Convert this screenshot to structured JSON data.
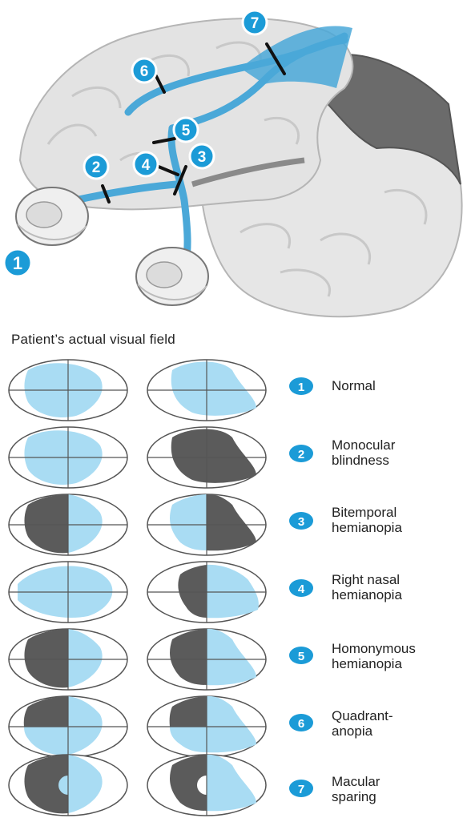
{
  "brain_diagram": {
    "callouts": [
      "1",
      "2",
      "3",
      "4",
      "5",
      "6",
      "7"
    ]
  },
  "visual_field_section": {
    "title": "Patient’s actual visual field"
  },
  "conditions": [
    {
      "number": "1",
      "label": "Normal"
    },
    {
      "number": "2",
      "label": "Monocular\nblindness"
    },
    {
      "number": "3",
      "label": "Bitemporal\nhemianopia"
    },
    {
      "number": "4",
      "label": "Right nasal\nhemianopia"
    },
    {
      "number": "5",
      "label": "Homonymous\nhemianopia"
    },
    {
      "number": "6",
      "label": "Quadrant-\nanopia"
    },
    {
      "number": "7",
      "label": "Macular\nsparing"
    }
  ],
  "colors": {
    "visual_pathway_blue": "#4aa8d8",
    "callout_blue": "#1b9bd7",
    "field_light_blue": "#a9dcf3",
    "field_dark_gray": "#5b5b5b",
    "brain_gray": "#e3e3e3"
  }
}
